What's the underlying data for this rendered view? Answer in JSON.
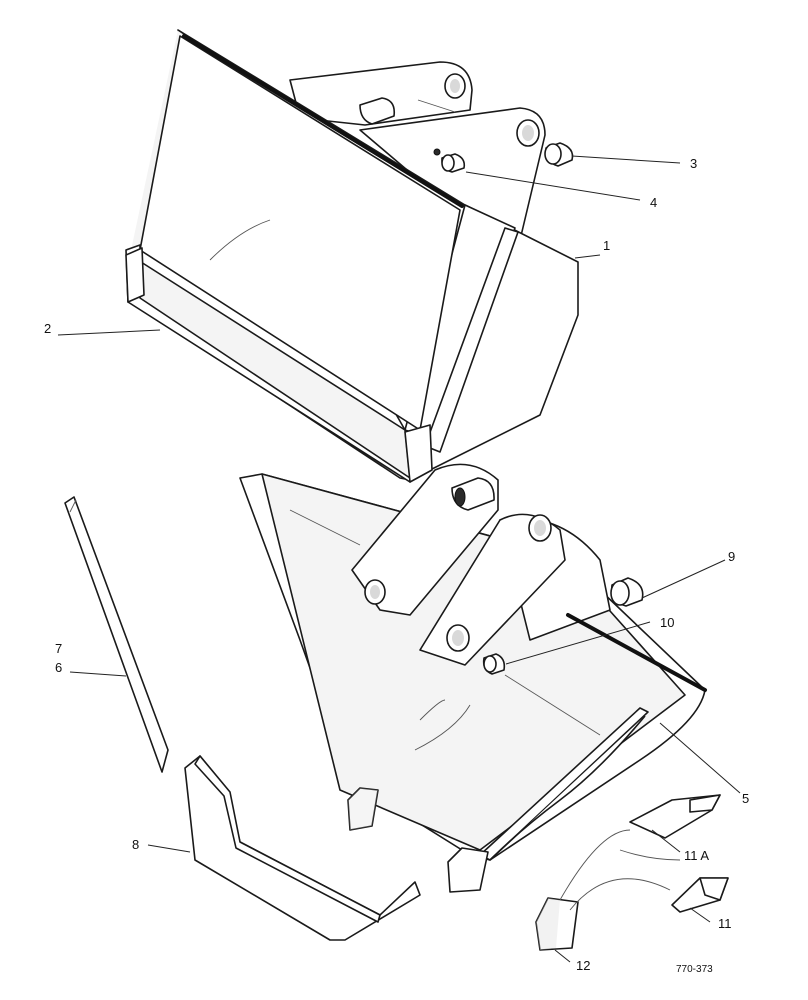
{
  "callouts": {
    "c1": "1",
    "c2": "2",
    "c3": "3",
    "c4": "4",
    "c5": "5",
    "c6": "6",
    "c7": "7",
    "c8": "8",
    "c9": "9",
    "c10": "10",
    "c11": "11",
    "c11a": "11 A",
    "c12": "12"
  },
  "drawing_number": "770-373"
}
